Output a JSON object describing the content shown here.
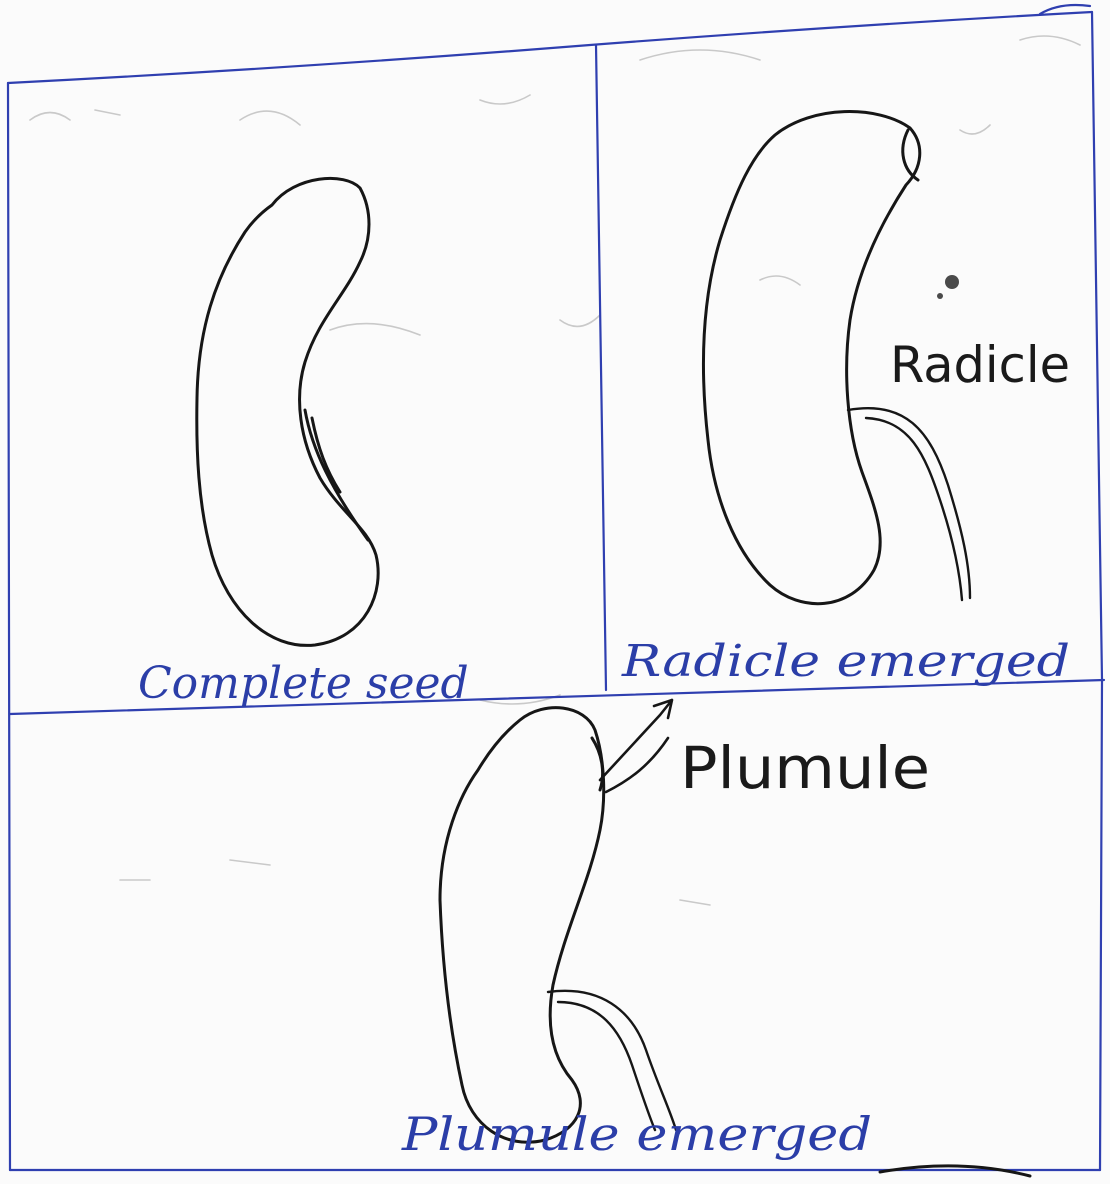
{
  "panels": {
    "complete_seed": {
      "caption": "Complete seed"
    },
    "radicle_emerged": {
      "caption": "Radicle emerged",
      "label": "Radicle"
    },
    "plumule_emerged": {
      "caption": "Plumule emerged",
      "label": "Plumule"
    }
  },
  "colors": {
    "grid_ink": "#2f3fb0",
    "caption_ink": "#2b3ea8",
    "pencil_ink": "#161616",
    "paper": "#fbfbfb"
  }
}
